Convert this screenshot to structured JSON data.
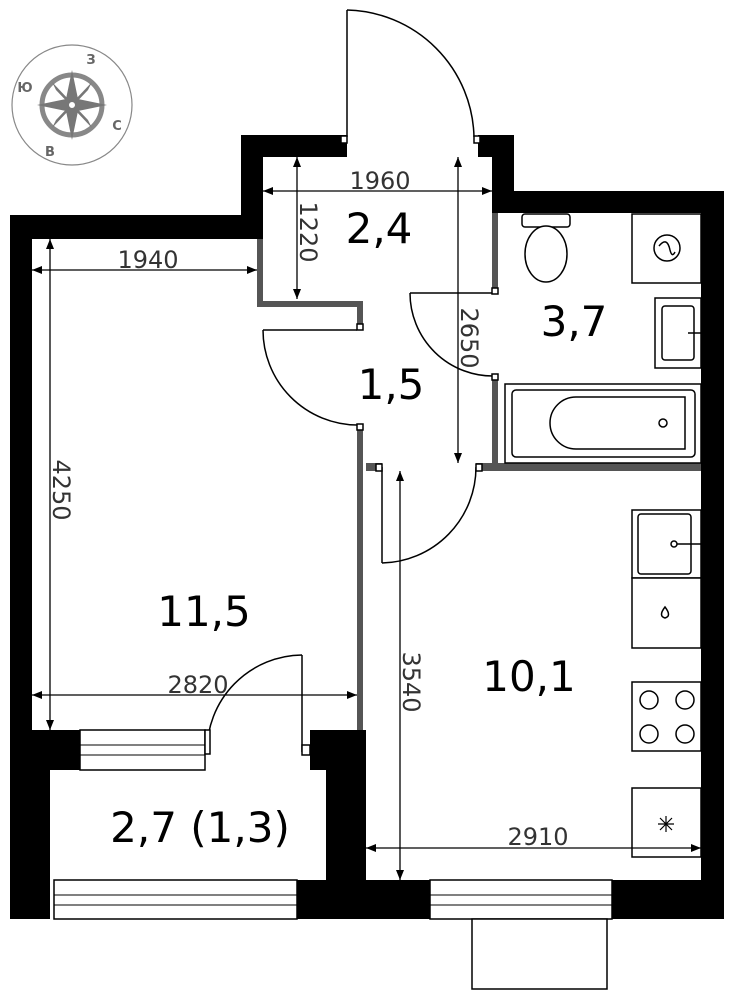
{
  "compass": {
    "labels": [
      "З",
      "С",
      "В",
      "Ю"
    ]
  },
  "rooms": {
    "hall": "2,4",
    "corridor": "1,5",
    "bathroom": "3,7",
    "living": "11,5",
    "kitchen": "10,1",
    "balcony": "2,7 (1,3)"
  },
  "dimensions": {
    "hall_width": "1960",
    "hall_depth": "1220",
    "living_top": "1940",
    "living_height": "4250",
    "living_width": "2820",
    "bath_depth": "2650",
    "kitchen_height": "3540",
    "kitchen_width": "2910"
  },
  "colors": {
    "wall": "#000000",
    "partition": "#555555",
    "text": "#000000",
    "dimension": "#333333",
    "compass": "#777777"
  }
}
